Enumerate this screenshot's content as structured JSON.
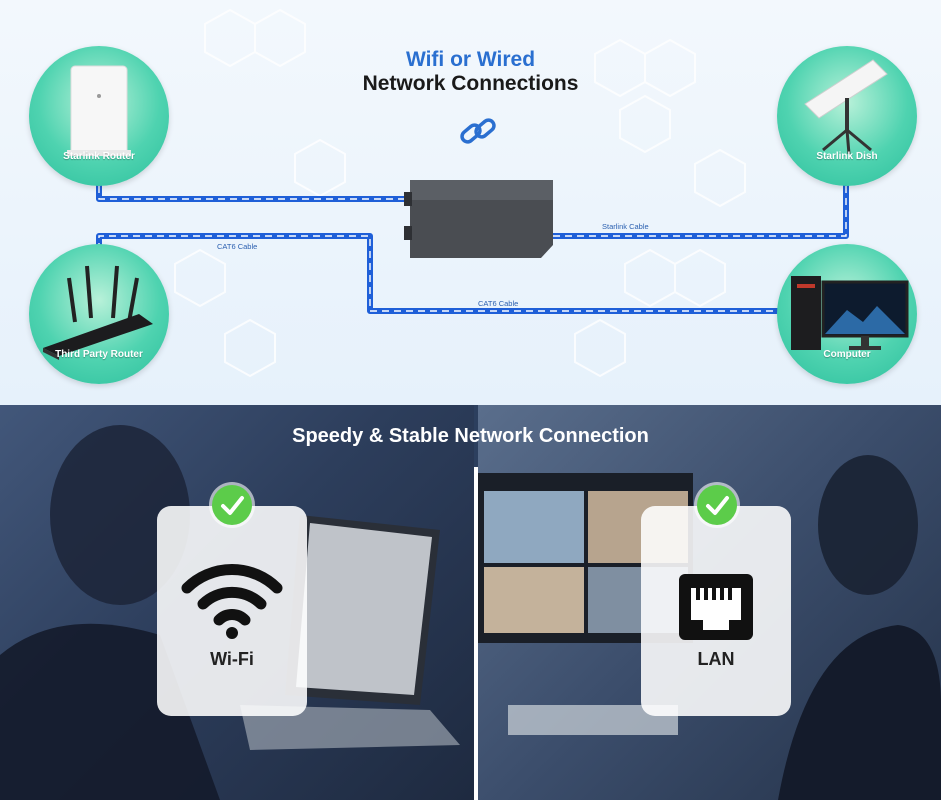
{
  "header": {
    "title_line1": "Wifi or Wired",
    "title_line2": "Network Connections"
  },
  "devices": {
    "starlink_router": "Starlink Router",
    "starlink_dish": "Starlink Dish",
    "third_party_router": "Third Party Router",
    "computer": "Computer"
  },
  "cables": {
    "cat6_left": "CAT6 Cable",
    "cat6_bottom": "CAT6 Cable",
    "starlink": "Starlink Cable"
  },
  "section2": {
    "banner": "Speedy & Stable Network Connection",
    "wifi_label": "Wi-Fi",
    "lan_label": "LAN"
  },
  "colors": {
    "accent_blue": "#2a6fd0",
    "cable_blue": "#1f5fd8",
    "device_green": "#4fd3b0",
    "check_green": "#5ccc4a"
  }
}
